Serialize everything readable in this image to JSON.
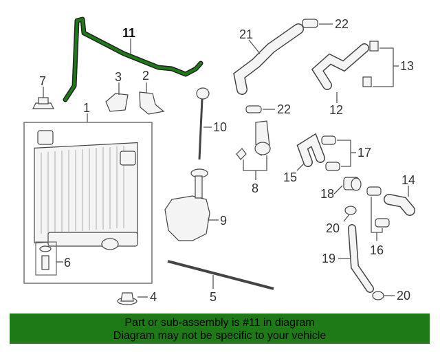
{
  "callouts": {
    "c1": "1",
    "c2": "2",
    "c3": "3",
    "c4": "4",
    "c5": "5",
    "c6": "6",
    "c7": "7",
    "c8": "8",
    "c9": "9",
    "c10": "10",
    "c11": "11",
    "c12": "12",
    "c13": "13",
    "c14": "14",
    "c15": "15",
    "c16": "16",
    "c17": "17",
    "c18": "18",
    "c19": "19",
    "c20a": "20",
    "c20b": "20",
    "c21": "21",
    "c22a": "22",
    "c22b": "22"
  },
  "banner": {
    "line1": "Part or sub-assembly is #11 in diagram",
    "line2": "Diagram may not be specific to your vehicle"
  },
  "colors": {
    "highlight": "#1e7a16",
    "banner_bg": "#1e7a16"
  }
}
